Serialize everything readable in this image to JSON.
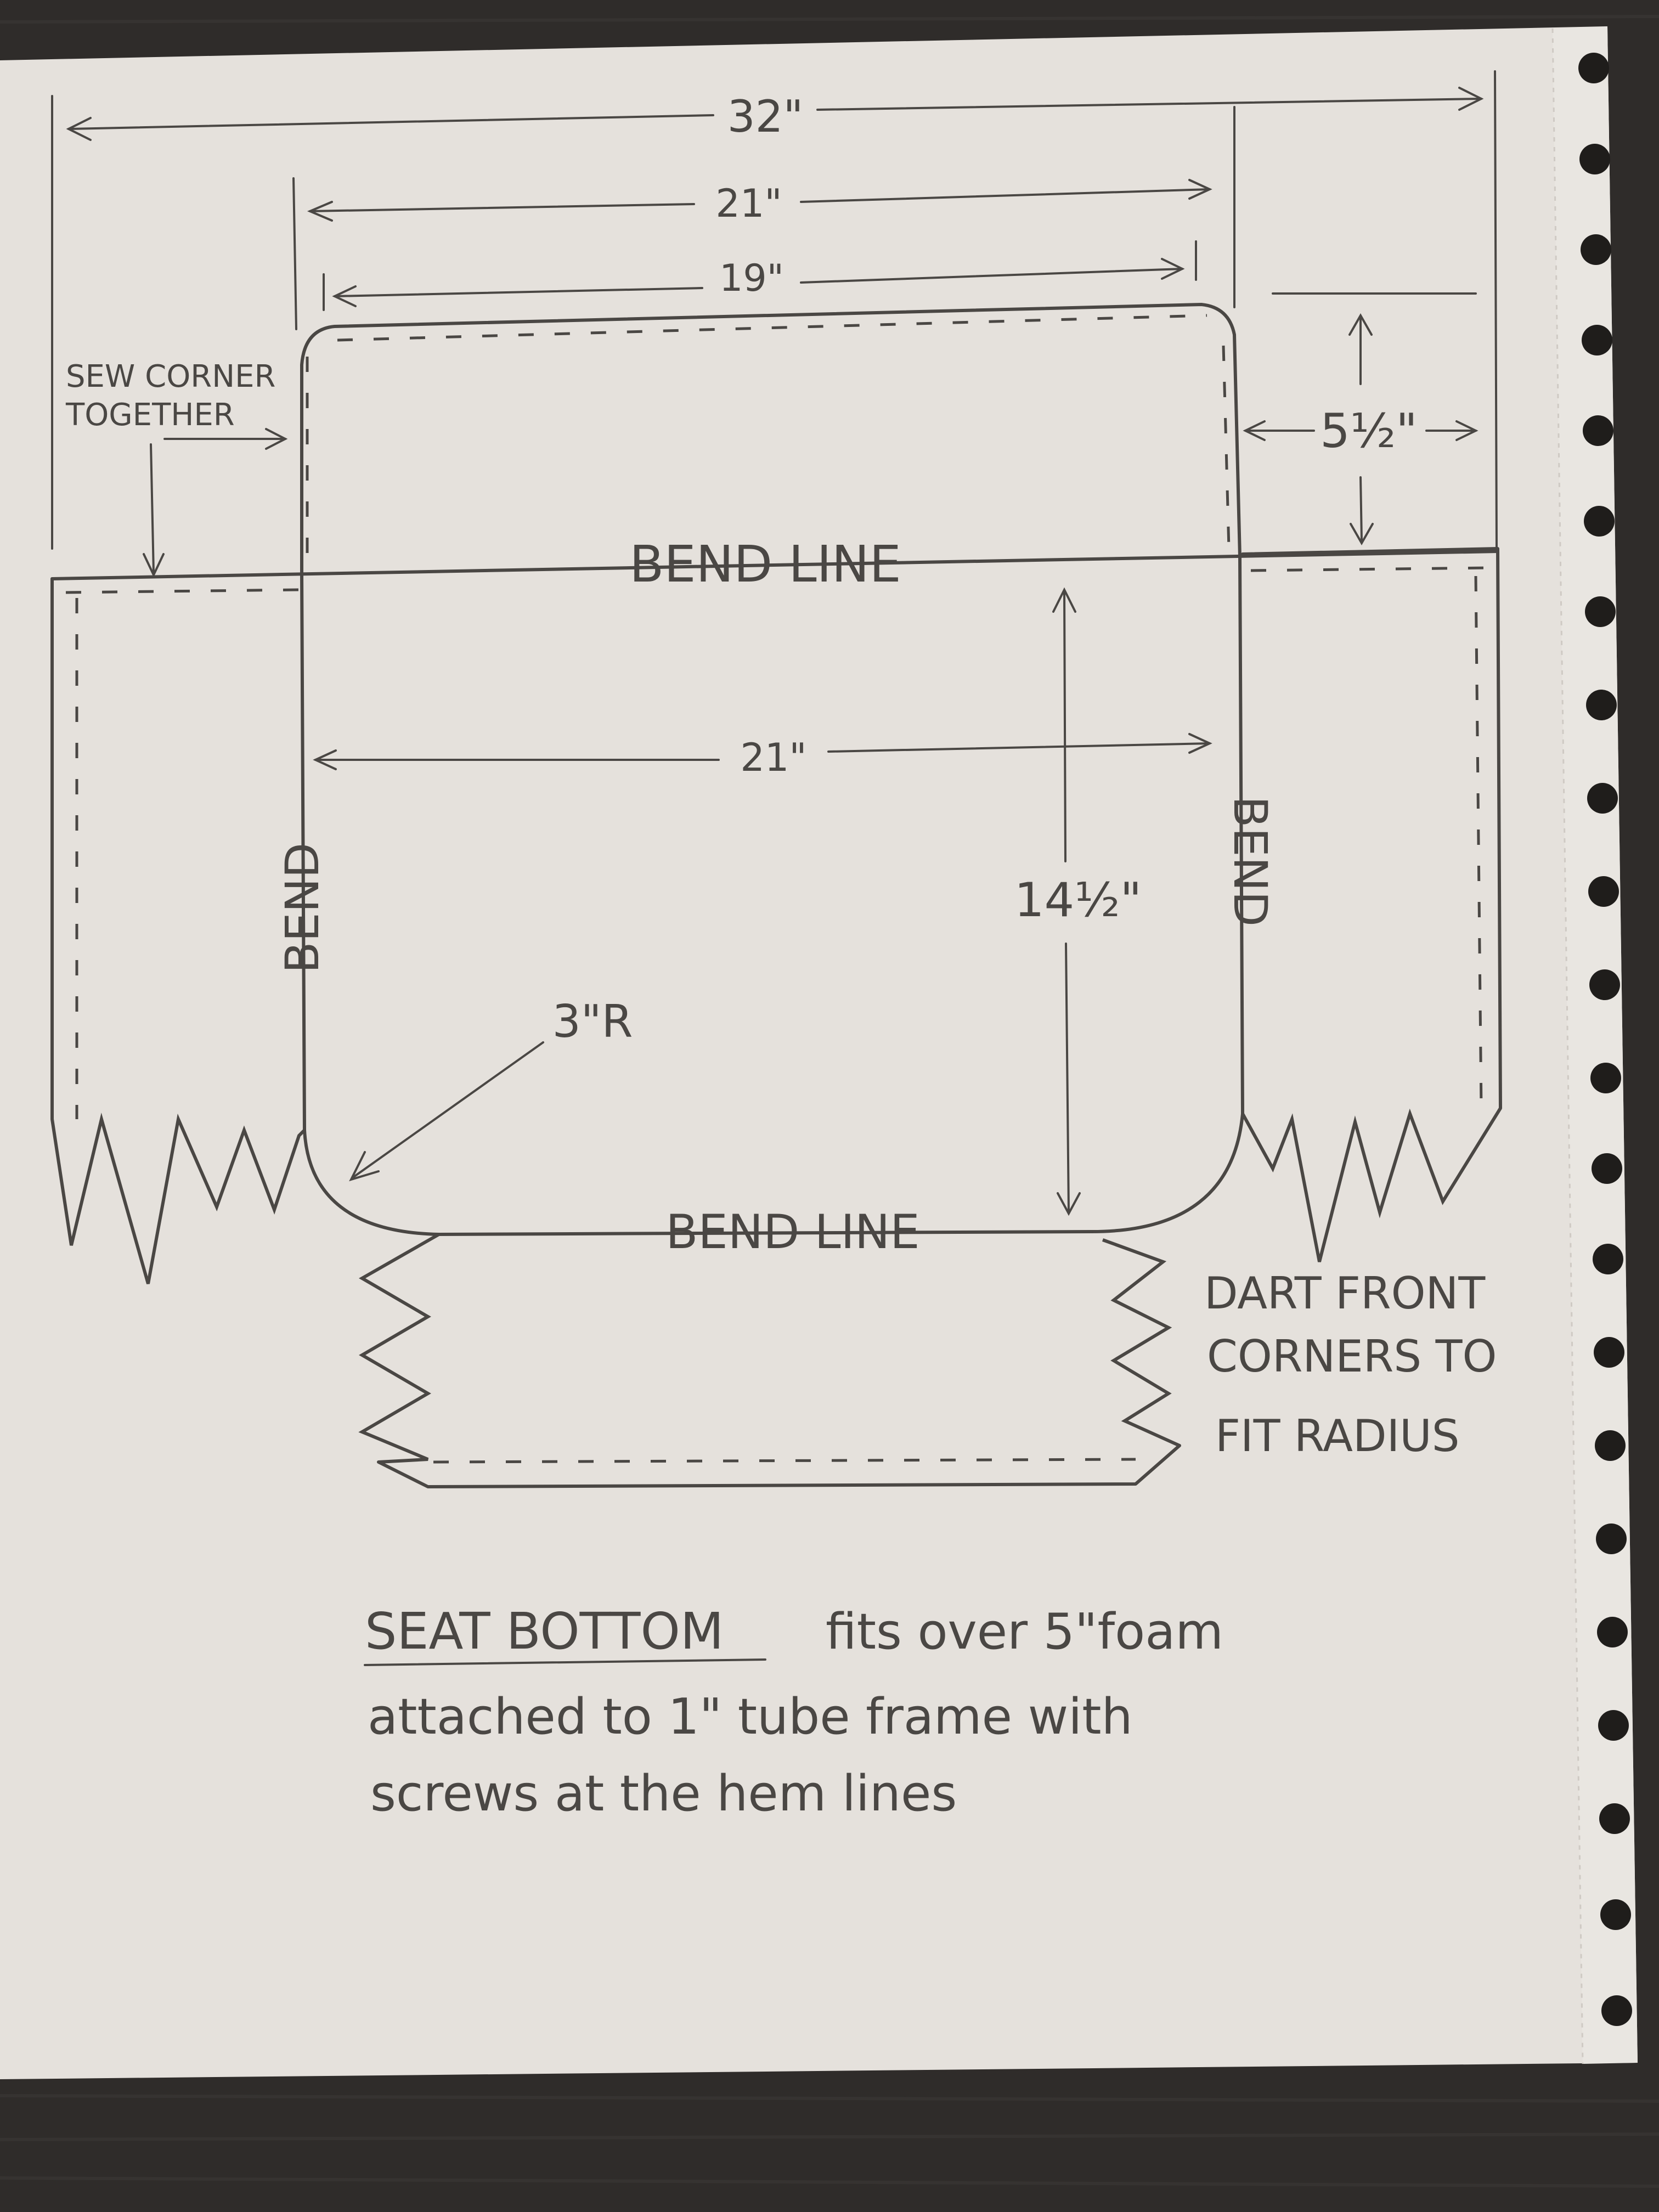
{
  "drawing": {
    "dimensions": {
      "overall_width": "32\"",
      "top_width": "21\"",
      "inner_top_width": "19\"",
      "side_height": "5½\"",
      "seat_width": "21\"",
      "seat_depth": "14½\"",
      "corner_radius": "3\"R"
    },
    "labels": {
      "sew_corner_line1": "SEW CORNER",
      "sew_corner_line2": "TOGETHER",
      "bend_line_top": "BEND LINE",
      "bend_line_bottom": "BEND LINE",
      "bend_left": "BEND",
      "bend_right": "BEND",
      "dart_line1": "DART FRONT",
      "dart_line2": "CORNERS TO",
      "dart_line3": "FIT RADIUS"
    },
    "notes": {
      "title": "SEAT BOTTOM",
      "line1_rest": "fits over 5\"foam",
      "line2": "attached to 1\" tube frame with",
      "line3": "screws at the hem lines"
    }
  }
}
